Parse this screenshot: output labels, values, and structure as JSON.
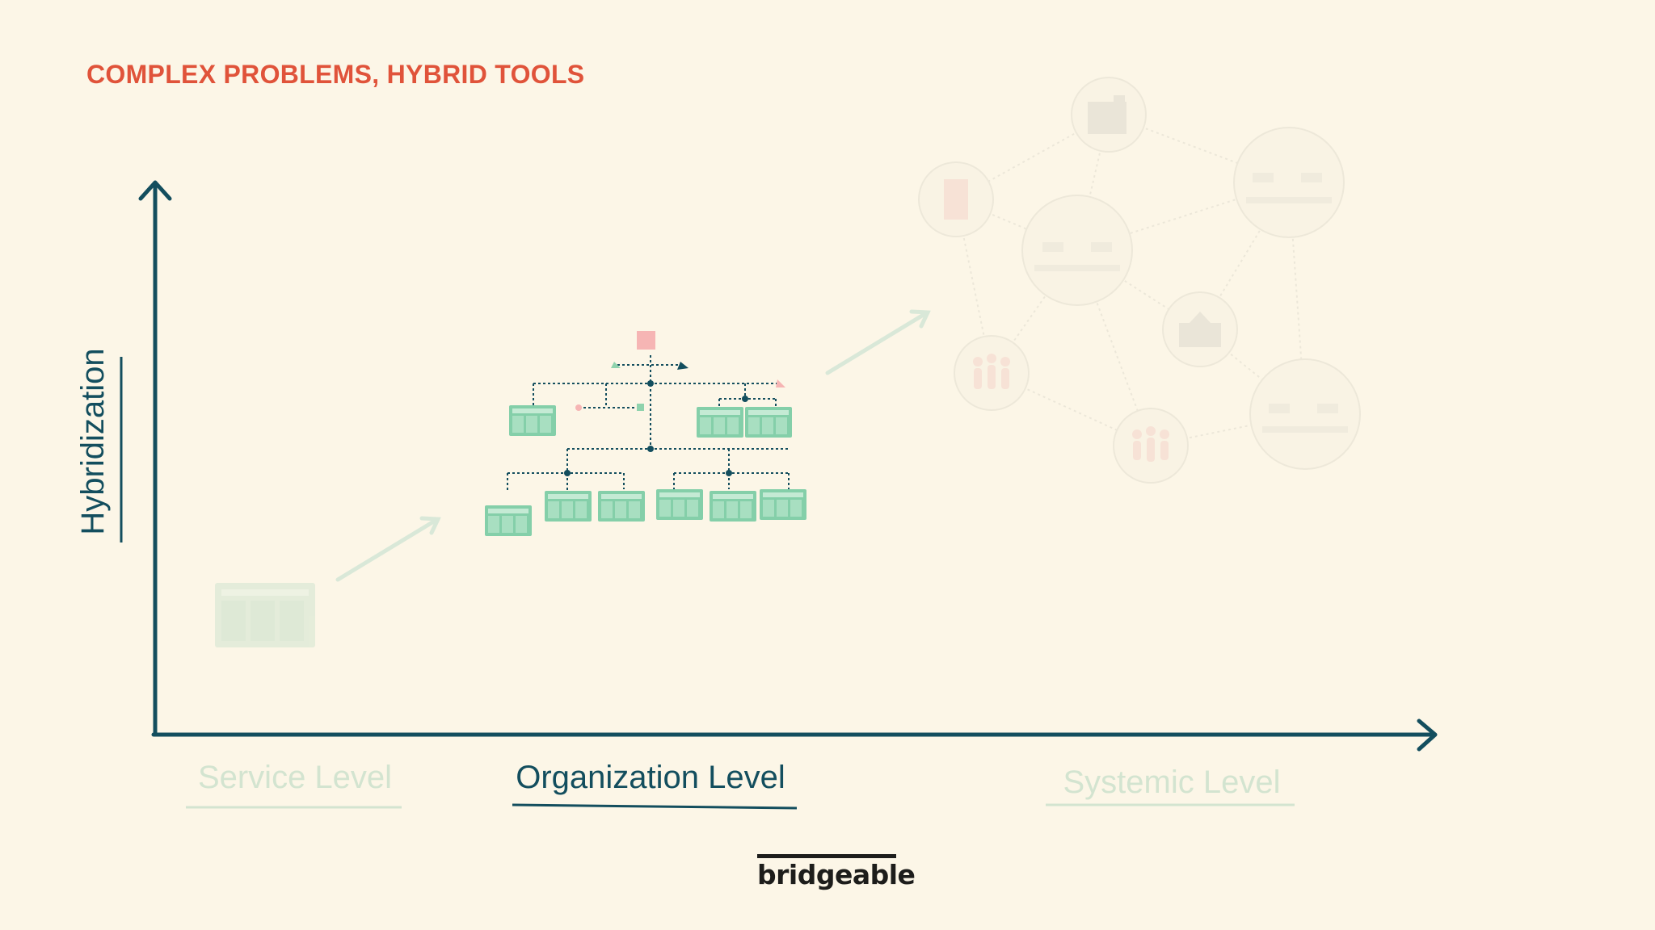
{
  "slide": {
    "title": "COMPLEX PROBLEMS, HYBRID TOOLS",
    "y_axis_label": "Hybridization",
    "x_axis_levels": [
      "Service Level",
      "Organization Level",
      "Systemic Level"
    ],
    "active_level": "Organization Level",
    "logo": "bridgeable"
  },
  "colors": {
    "background": "#fcf6e7",
    "title": "#e0533a",
    "axis": "#134e5e",
    "active_label": "#134e5e",
    "inactive_label": "#d3e4d0",
    "tile_green": "#84cfa9",
    "accent_pink": "#f2a7a7",
    "network_faded": "#ece7da",
    "logo": "#1d1d1b"
  },
  "icons": [
    "service-blueprint-icon",
    "org-chart-icon",
    "network-map-icon",
    "hospital-icon",
    "office-building-icon",
    "city-hall-icon",
    "people-group-icon"
  ]
}
